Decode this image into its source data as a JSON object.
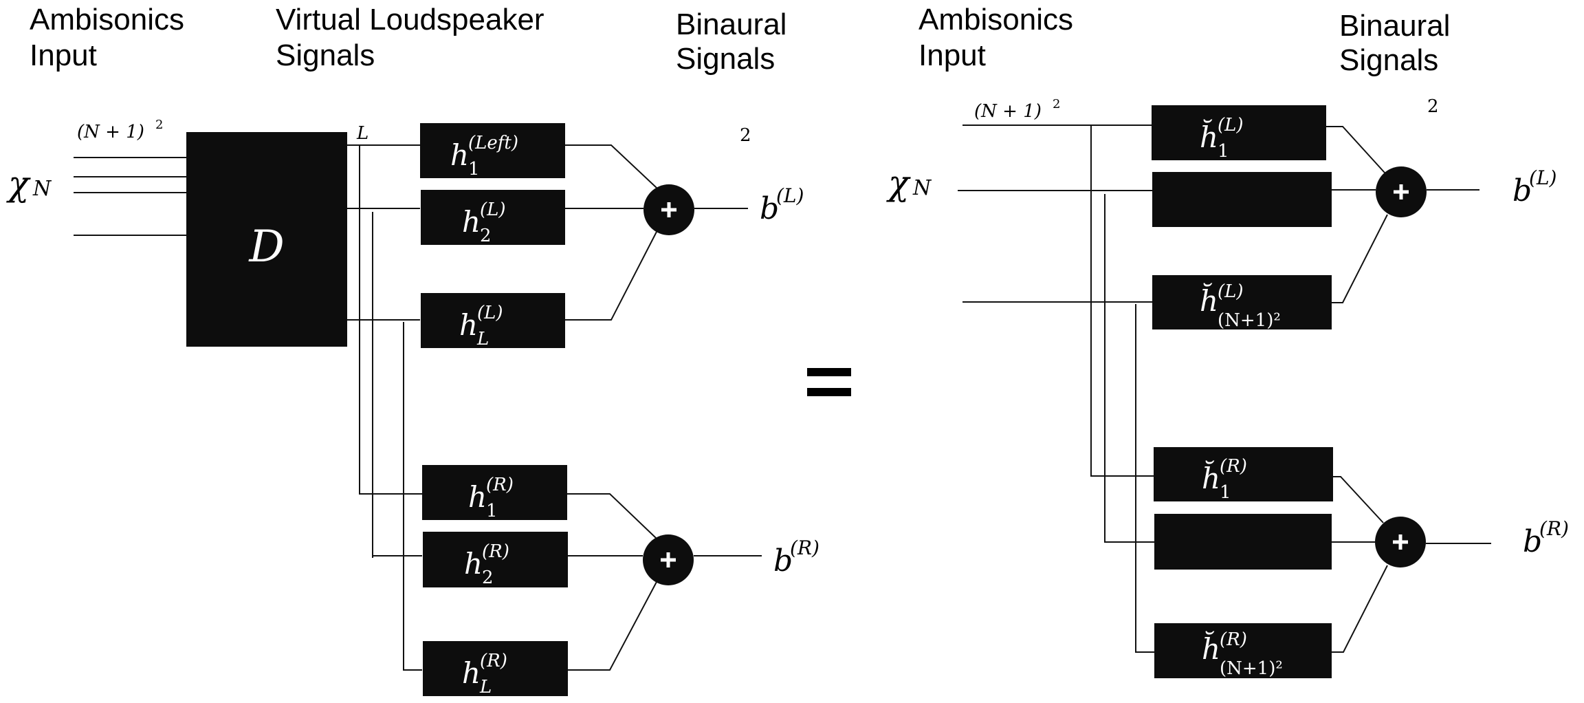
{
  "left_diagram": {
    "headers": {
      "input": [
        "Ambisonics",
        "Input"
      ],
      "virtual": [
        "Virtual Loudspeaker",
        "Signals"
      ],
      "binaural": [
        "Binaural",
        "Signals"
      ]
    },
    "input_symbol": {
      "base": "χ",
      "sub": "N"
    },
    "input_count_label": {
      "text": "(N + 1)",
      "sup": "2"
    },
    "decoder_label": "D",
    "speaker_count_label": "L",
    "output_count_label": "2",
    "filters_left": [
      {
        "base": "h",
        "sub": "1",
        "sup": "(Left)"
      },
      {
        "base": "h",
        "sub": "2",
        "sup": "(L)"
      },
      {
        "base": "h",
        "sub": "L",
        "sup": "(L)"
      }
    ],
    "filters_right": [
      {
        "base": "h",
        "sub": "1",
        "sup": "(R)"
      },
      {
        "base": "h",
        "sub": "2",
        "sup": "(R)"
      },
      {
        "base": "h",
        "sub": "L",
        "sup": "(R)"
      }
    ],
    "sum_symbol": "+",
    "outputs": [
      {
        "base": "b",
        "sup": "(L)"
      },
      {
        "base": "b",
        "sup": "(R)"
      }
    ]
  },
  "equals_symbol": "=",
  "right_diagram": {
    "headers": {
      "input": [
        "Ambisonics",
        "Input"
      ],
      "binaural": [
        "Binaural",
        "Signals"
      ]
    },
    "input_symbol": {
      "base": "χ",
      "sub": "N"
    },
    "input_count_label": {
      "text": "(N + 1)",
      "sup": "2"
    },
    "output_count_label": "2",
    "filters_left": [
      {
        "base": "h̆",
        "sub": "1",
        "sup": "(L)"
      },
      {
        "base": "",
        "sub": "",
        "sup": ""
      },
      {
        "base": "h̆",
        "sub": "(N+1)²",
        "sup": "(L)"
      }
    ],
    "filters_right": [
      {
        "base": "h̆",
        "sub": "1",
        "sup": "(R)"
      },
      {
        "base": "",
        "sub": "",
        "sup": ""
      },
      {
        "base": "h̆",
        "sub": "(N+1)²",
        "sup": "(R)"
      }
    ],
    "sum_symbol": "+",
    "outputs": [
      {
        "base": "b",
        "sup": "(L)"
      },
      {
        "base": "b",
        "sup": "(R)"
      }
    ]
  }
}
